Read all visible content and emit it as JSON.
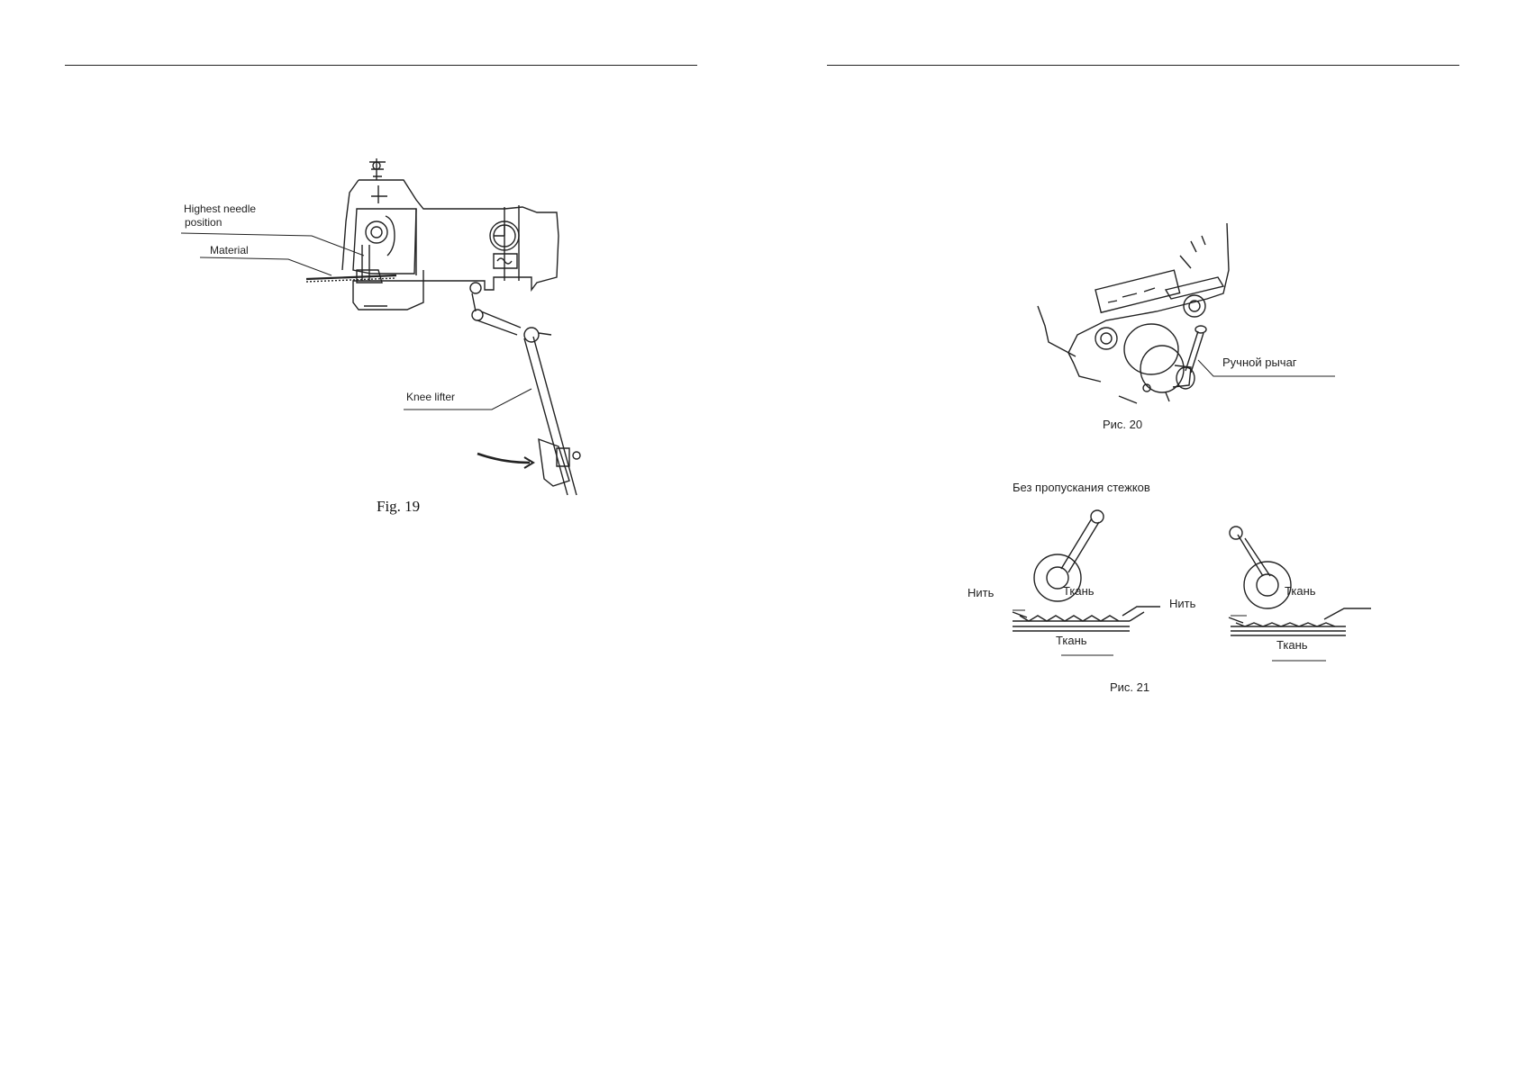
{
  "left_page": {
    "figure": {
      "labels": {
        "highest_needle_line1": "Highest needle",
        "highest_needle_line2": "position",
        "material": "Material",
        "knee_lifter": "Knee lifter"
      },
      "caption": "Fig. 19"
    }
  },
  "right_page": {
    "figure20": {
      "label_hand_lever": "Ручной рычаг",
      "caption": "Рис. 20"
    },
    "figure21": {
      "heading": "Без пропускания стежков",
      "left_diagram": {
        "thread": "Нить",
        "fabric_top": "Ткань",
        "fabric_bottom": "Ткань"
      },
      "right_diagram": {
        "thread": "Нить",
        "fabric_top": "Ткань",
        "fabric_bottom": "Ткань"
      },
      "caption": "Рис. 21"
    }
  }
}
